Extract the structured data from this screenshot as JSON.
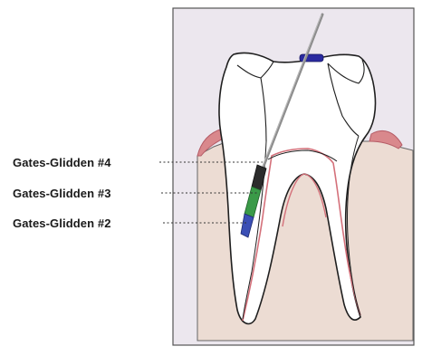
{
  "labels": {
    "gg4": "Gates-Glidden #4",
    "gg3": "Gates-Glidden #3",
    "gg2": "Gates-Glidden #2"
  },
  "colors": {
    "panel_background": "#ece7ee",
    "panel_border": "#555555",
    "bone": "#ecdcd3",
    "gum": "#d9888c",
    "tooth": "#ffffff",
    "outline": "#1f1f1f",
    "pulp_outline": "#d4707a",
    "instrument_shaft": "#8c8c8c",
    "gg4_marker": "#2c2c2c",
    "gg3_marker": "#3a9a48",
    "gg2_marker": "#3b4fb5",
    "filling": "#2a2aa0"
  },
  "icons": {
    "instrument": "endodontic-file",
    "filling": "temporary-filling"
  }
}
